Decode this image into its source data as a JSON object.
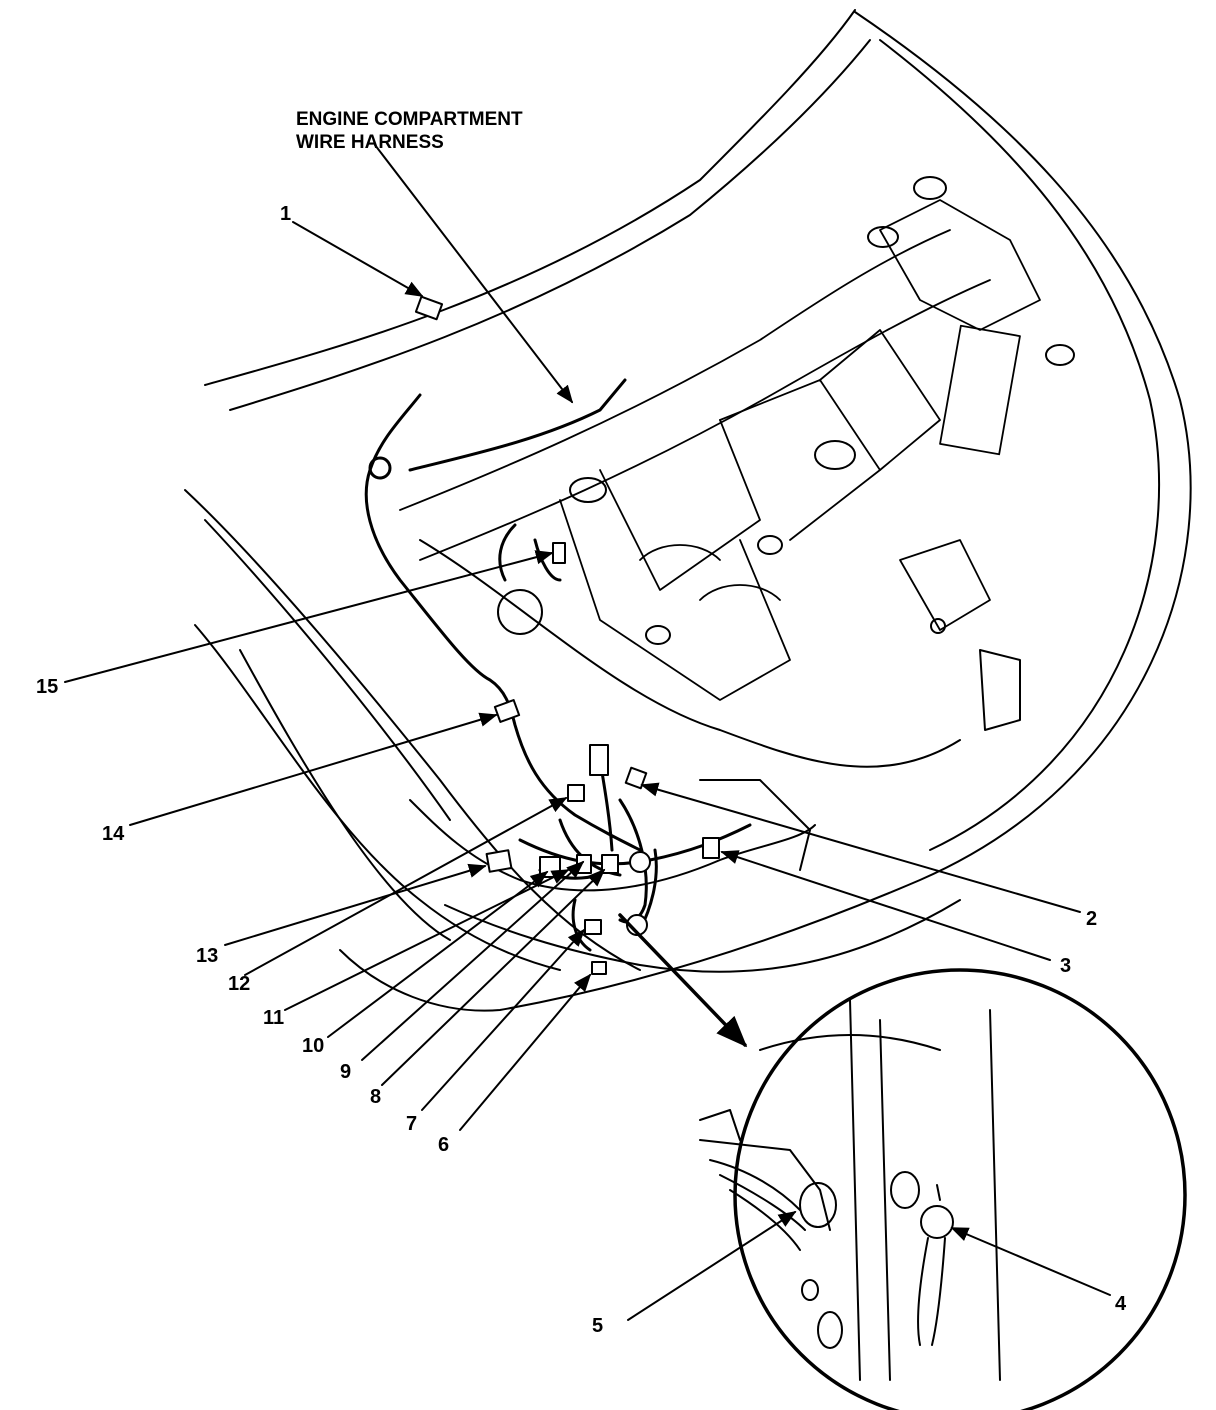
{
  "harness_label": [
    "ENGINE COMPARTMENT",
    "WIRE HARNESS"
  ],
  "callouts": [
    "1",
    "2",
    "3",
    "4",
    "5",
    "6",
    "7",
    "8",
    "9",
    "10",
    "11",
    "12",
    "13",
    "14",
    "15"
  ],
  "colors": {
    "ink": "#000000",
    "paper": "#ffffff"
  }
}
